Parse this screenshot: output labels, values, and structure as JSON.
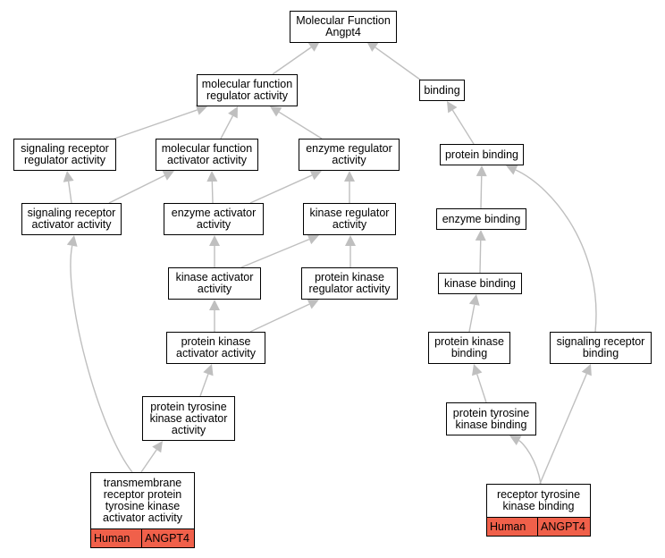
{
  "diagram": {
    "root": {
      "title": "Molecular Function\nAngpt4"
    },
    "nodes": {
      "mf_regulator": "molecular function\nregulator activity",
      "binding": "binding",
      "sig_rec_reg": "signaling receptor\nregulator activity",
      "mf_activator": "molecular function\nactivator activity",
      "enzyme_reg": "enzyme regulator\nactivity",
      "protein_binding": "protein binding",
      "sig_rec_act": "signaling receptor\nactivator activity",
      "enzyme_act": "enzyme activator\nactivity",
      "kinase_reg": "kinase regulator\nactivity",
      "enzyme_binding": "enzyme binding",
      "kinase_act": "kinase activator\nactivity",
      "pk_reg": "protein kinase\nregulator activity",
      "kinase_binding": "kinase binding",
      "pk_act": "protein kinase\nactivator activity",
      "pk_binding": "protein kinase\nbinding",
      "sig_rec_binding": "signaling receptor\nbinding",
      "ptk_act": "protein tyrosine\nkinase activator\nactivity",
      "ptk_binding": "protein tyrosine\nkinase binding"
    },
    "annotated": [
      {
        "title": "transmembrane\nreceptor protein\ntyrosine kinase\nactivator activity",
        "species": "Human",
        "gene": "ANGPT4"
      },
      {
        "title": "receptor tyrosine\nkinase binding",
        "species": "Human",
        "gene": "ANGPT4"
      }
    ],
    "colors": {
      "annotation_fill": "#f0604a",
      "edge": "#bfbfbf"
    }
  }
}
